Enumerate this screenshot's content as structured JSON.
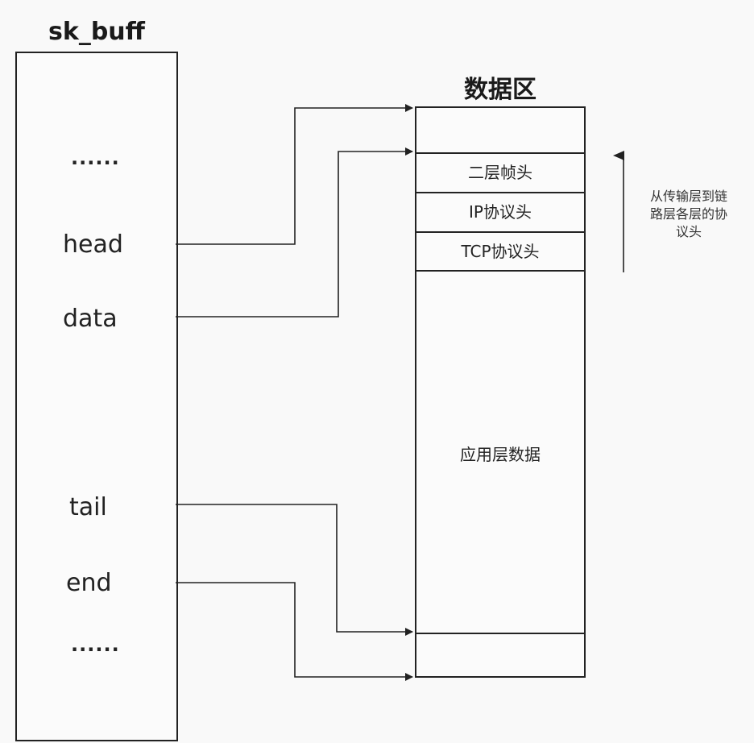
{
  "sk_buff": {
    "title": "sk_buff",
    "fields": {
      "ellipsis_top": "......",
      "head": "head",
      "data": "data",
      "tail": "tail",
      "end": "end",
      "ellipsis_bottom": "......"
    }
  },
  "data_area": {
    "title": "数据区",
    "segments": {
      "l2_header": "二层帧头",
      "ip_header": "IP协议头",
      "tcp_header": "TCP协议头",
      "app_data": "应用层数据"
    }
  },
  "annotation": {
    "line1": "从传输层到链",
    "line2": "路层各层的协",
    "line3": "议头"
  }
}
